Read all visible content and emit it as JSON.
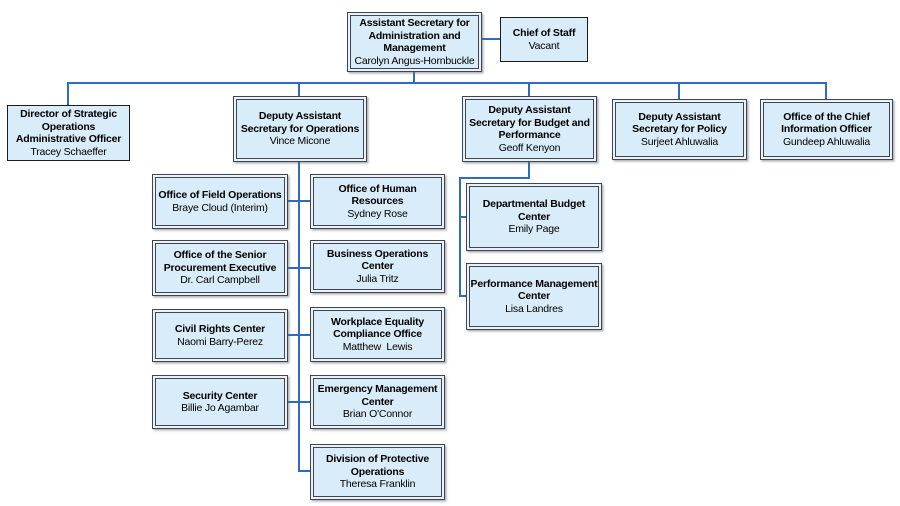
{
  "colors": {
    "box_fill": "#d9ecf9",
    "box_border": "#3d4753",
    "single_border": "#1c1c1c",
    "connector": "#2f6bc2"
  },
  "nodes": {
    "root": {
      "title": [
        "Assistant Secretary for",
        "Administration and",
        "Management"
      ],
      "name": "Carolyn Angus-Hornbuckle"
    },
    "chief_of_staff": {
      "title": [
        "Chief of Staff"
      ],
      "name": "Vacant"
    },
    "director_strategic_ops": {
      "title": [
        "Director of Strategic",
        "Operations",
        "Administrative Officer"
      ],
      "name": "Tracey Schaeffer"
    },
    "das_operations": {
      "title": [
        "Deputy Assistant",
        "Secretary for Operations"
      ],
      "name": "Vince Micone"
    },
    "das_budget": {
      "title": [
        "Deputy Assistant",
        "Secretary for Budget and",
        "Performance"
      ],
      "name": "Geoff Kenyon"
    },
    "das_policy": {
      "title": [
        "Deputy Assistant",
        "Secretary for Policy"
      ],
      "name": "Surjeet Ahluwalia"
    },
    "ocio": {
      "title": [
        "Office of the Chief",
        "Information Officer"
      ],
      "name": "Gundeep Ahluwalia"
    },
    "field_operations": {
      "title": [
        "Office of Field Operations"
      ],
      "name": "Braye Cloud (Interim)"
    },
    "senior_procurement": {
      "title": [
        "Office of the Senior",
        "Procurement Executive"
      ],
      "name": "Dr. Carl Campbell"
    },
    "civil_rights": {
      "title": [
        "Civil Rights Center"
      ],
      "name": "Naomi Barry-Perez"
    },
    "security_center": {
      "title": [
        "Security Center"
      ],
      "name": "Billie Jo Agambar"
    },
    "human_resources": {
      "title": [
        "Office of Human",
        "Resources"
      ],
      "name": "Sydney Rose"
    },
    "business_operations": {
      "title": [
        "Business Operations",
        "Center"
      ],
      "name": "Julia Tritz"
    },
    "workplace_equality": {
      "title": [
        "Workplace Equality",
        "Compliance Office"
      ],
      "name": "Matthew  Lewis"
    },
    "emergency_management": {
      "title": [
        "Emergency Management",
        "Center"
      ],
      "name": "Brian O'Connor"
    },
    "protective_operations": {
      "title": [
        "Division of Protective",
        "Operations"
      ],
      "name": "Theresa Franklin"
    },
    "departmental_budget": {
      "title": [
        "Departmental Budget",
        "Center"
      ],
      "name": "Emily Page"
    },
    "performance_management": {
      "title": [
        "Performance Management",
        "Center"
      ],
      "name": "Lisa Landres"
    }
  }
}
